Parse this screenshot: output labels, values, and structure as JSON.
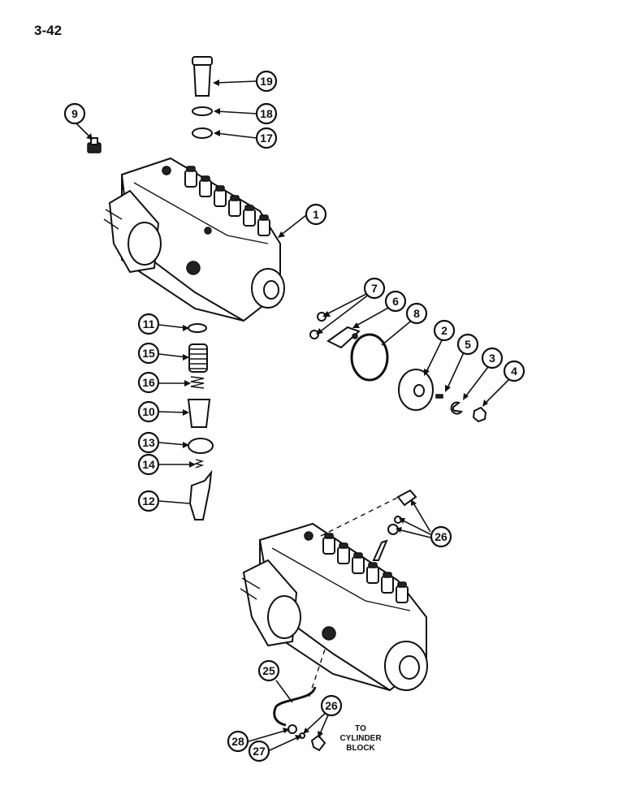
{
  "page": {
    "number": "3-42"
  },
  "callouts": [
    "1",
    "2",
    "3",
    "4",
    "5",
    "6",
    "7",
    "8",
    "9",
    "10",
    "11",
    "12",
    "13",
    "14",
    "15",
    "16",
    "17",
    "18",
    "19",
    "25",
    "26",
    "26",
    "27",
    "28"
  ],
  "note": {
    "line1": "TO",
    "line2": "CYLINDER",
    "line3": "BLOCK"
  },
  "icons": {
    "pump_upper": "fuel-injection-pump-icon",
    "pump_lower": "fuel-injection-pump-icon"
  }
}
